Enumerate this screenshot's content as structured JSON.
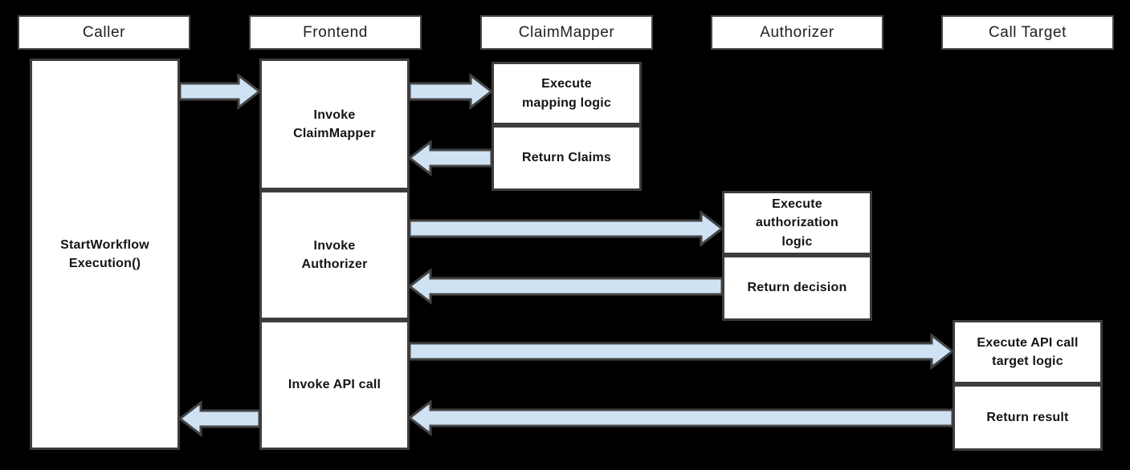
{
  "diagram": {
    "type": "sequence-diagram",
    "colors": {
      "background": "#000000",
      "box_fill": "#ffffff",
      "box_border": "#3d3d3d",
      "header_border": "#484848",
      "arrow_fill": "#cfe2f3",
      "arrow_stroke": "#434343",
      "text": "#141414"
    },
    "columns": [
      {
        "id": "caller",
        "label": "Caller",
        "activities": [
          {
            "label": "StartWorkflow Execution()",
            "lines": [
              "StartWorkflow",
              "Execution()"
            ]
          }
        ]
      },
      {
        "id": "frontend",
        "label": "Frontend",
        "activities": [
          {
            "label": "Invoke ClaimMapper",
            "lines": [
              "Invoke",
              "ClaimMapper"
            ]
          },
          {
            "label": "Invoke Authorizer",
            "lines": [
              "Invoke",
              "Authorizer"
            ]
          },
          {
            "label": "Invoke API call",
            "lines": [
              "Invoke API call"
            ]
          }
        ]
      },
      {
        "id": "claimmapper",
        "label": "ClaimMapper",
        "activities": [
          {
            "label": "Execute mapping logic",
            "lines": [
              "Execute",
              "mapping logic"
            ]
          },
          {
            "label": "Return Claims",
            "lines": [
              "Return Claims"
            ]
          }
        ]
      },
      {
        "id": "authorizer",
        "label": "Authorizer",
        "activities": [
          {
            "label": "Execute authorization logic",
            "lines": [
              "Execute",
              "authorization",
              "logic"
            ]
          },
          {
            "label": "Return decision",
            "lines": [
              "Return decision"
            ]
          }
        ]
      },
      {
        "id": "calltarget",
        "label": "Call Target",
        "activities": [
          {
            "label": "Execute API call target logic",
            "lines": [
              "Execute API call",
              "target logic"
            ]
          },
          {
            "label": "Return result",
            "lines": [
              "Return result"
            ]
          }
        ]
      }
    ],
    "arrows": [
      {
        "from": "caller",
        "to": "frontend",
        "direction": "right",
        "type": "call"
      },
      {
        "from": "frontend",
        "to": "claimmapper",
        "direction": "right",
        "type": "call"
      },
      {
        "from": "claimmapper",
        "to": "frontend",
        "direction": "left",
        "type": "return"
      },
      {
        "from": "frontend",
        "to": "authorizer",
        "direction": "right",
        "type": "call"
      },
      {
        "from": "authorizer",
        "to": "frontend",
        "direction": "left",
        "type": "return"
      },
      {
        "from": "frontend",
        "to": "calltarget",
        "direction": "right",
        "type": "call"
      },
      {
        "from": "calltarget",
        "to": "frontend",
        "direction": "left",
        "type": "return"
      },
      {
        "from": "frontend",
        "to": "caller",
        "direction": "left",
        "type": "return"
      }
    ]
  }
}
